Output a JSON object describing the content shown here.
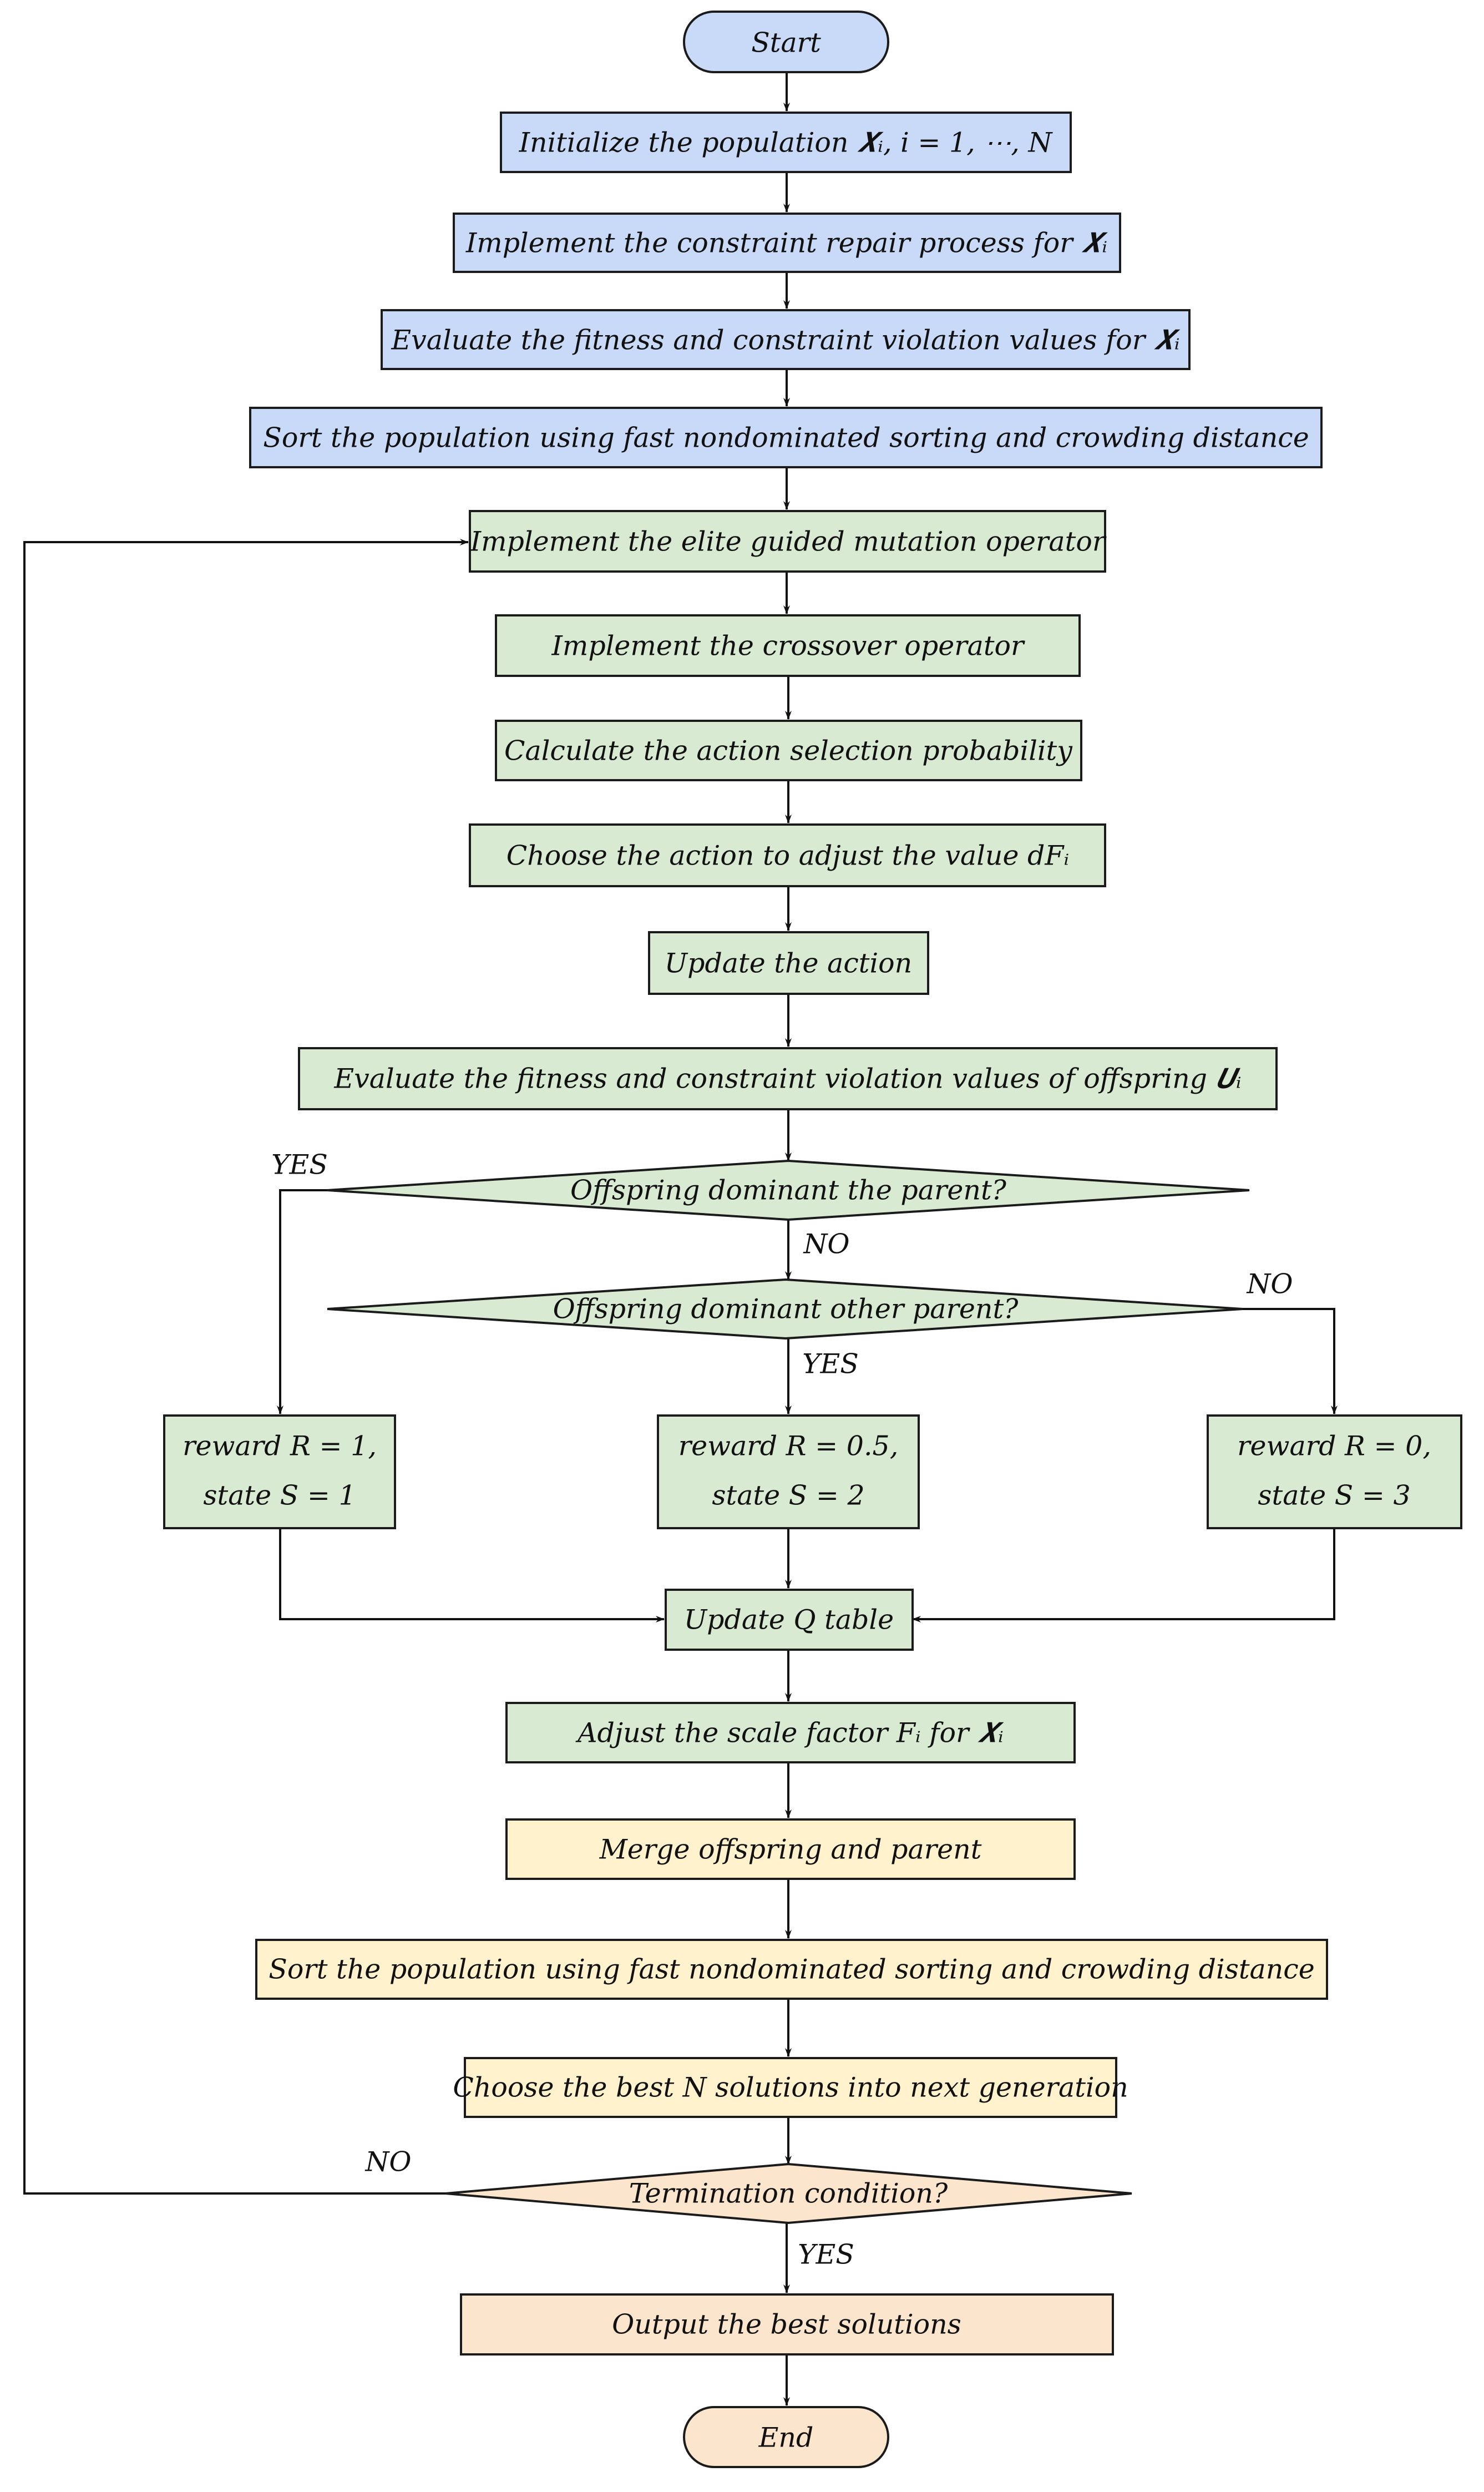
{
  "diagram": {
    "colors": {
      "blue": "#c9daf8",
      "green": "#d9ead3",
      "yellow": "#fff2cc",
      "orange": "#fce5cd",
      "line": "#111111"
    },
    "nodes": {
      "start": {
        "label": "Start",
        "fill": "blue"
      },
      "init": {
        "label": "Initialize the population 𝑿ᵢ, i = 1, ⋯, N",
        "fill": "blue"
      },
      "repair": {
        "label": "Implement the constraint repair process for 𝑿ᵢ",
        "fill": "blue"
      },
      "eval1": {
        "label": "Evaluate the fitness and constraint violation values for 𝑿ᵢ",
        "fill": "blue"
      },
      "sort1": {
        "label": "Sort the population using fast nondominated sorting and crowding distance",
        "fill": "blue"
      },
      "mutation": {
        "label": "Implement the elite guided mutation operator",
        "fill": "green"
      },
      "crossover": {
        "label": "Implement the crossover operator",
        "fill": "green"
      },
      "prob": {
        "label": "Calculate the action selection probability",
        "fill": "green"
      },
      "choose_action": {
        "label": "Choose the action to adjust the value dFᵢ",
        "fill": "green"
      },
      "update_action": {
        "label": "Update the action",
        "fill": "green"
      },
      "eval2": {
        "label": "Evaluate the fitness and constraint violation values of offspring 𝑼ᵢ",
        "fill": "green"
      },
      "dec1": {
        "label": "Offspring dominant the parent?",
        "fill": "green"
      },
      "dec2": {
        "label": "Offspring dominant other parent?",
        "fill": "green"
      },
      "reward1": {
        "line1": "reward R = 1,",
        "line2": "state S = 1",
        "fill": "green"
      },
      "reward2": {
        "line1": "reward R = 0.5,",
        "line2": "state S = 2",
        "fill": "green"
      },
      "reward3": {
        "line1": "reward R = 0,",
        "line2": "state S = 3",
        "fill": "green"
      },
      "qtable": {
        "label": "Update Q table",
        "fill": "green"
      },
      "adjust": {
        "label": "Adjust the scale factor Fᵢ for 𝑿ᵢ",
        "fill": "green"
      },
      "merge": {
        "label": "Merge offspring and parent",
        "fill": "yellow"
      },
      "sort2": {
        "label": "Sort the population using fast nondominated sorting and crowding distance",
        "fill": "yellow"
      },
      "best_n": {
        "label": "Choose the best N solutions into next generation",
        "fill": "yellow"
      },
      "term": {
        "label": "Termination condition?",
        "fill": "orange"
      },
      "output": {
        "label": "Output the best solutions",
        "fill": "orange"
      },
      "end": {
        "label": "End",
        "fill": "orange"
      }
    },
    "edge_labels": {
      "dec1_yes": "YES",
      "dec1_no": "NO",
      "dec2_yes": "YES",
      "dec2_no": "NO",
      "term_no": "NO",
      "term_yes": "YES"
    }
  }
}
